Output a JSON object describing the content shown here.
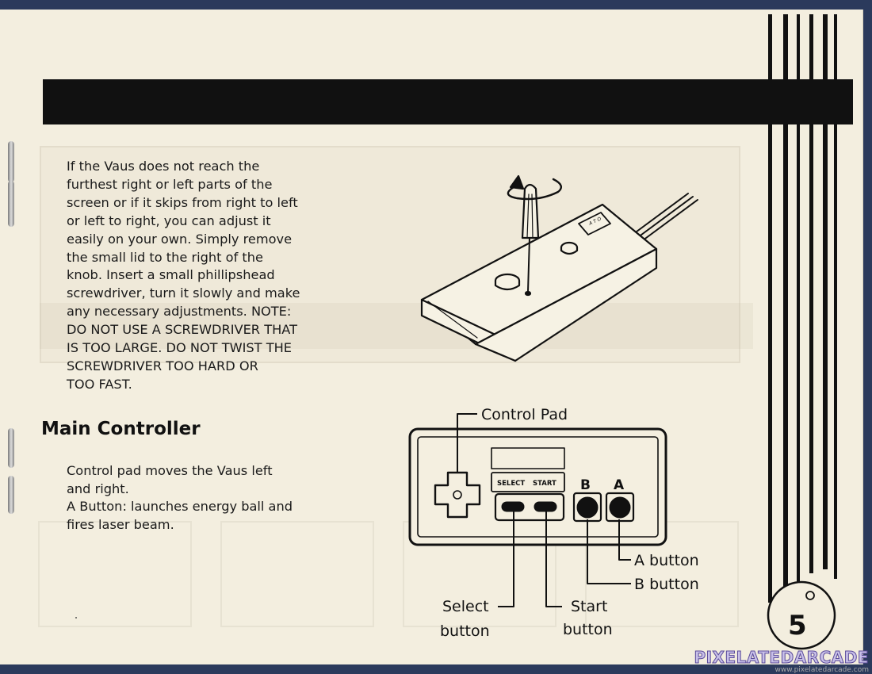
{
  "instructions_text": "If the Vaus does not reach the\nfurthest right or left parts of the\nscreen or if it skips from right to left\nor left to right, you can adjust it\neasily on your own. Simply remove\nthe small lid to the right of the\nknob. Insert a small phillipshead\nscrewdriver, turn it slowly and make\nany necessary adjustments. NOTE:\nDO NOT USE A SCREWDRIVER THAT\nIS TOO LARGE. DO NOT TWIST THE\nSCREWDRIVER TOO HARD OR\nTOO FAST.",
  "main_controller": {
    "title": "Main Controller",
    "description": "Control pad moves the Vaus left\nand right.\nA Button: launches energy ball and\nfires laser beam."
  },
  "diagram": {
    "vaus_badge": "A T O",
    "control_pad_label": "Control Pad",
    "select_key": "SELECT",
    "start_key": "START",
    "b_key": "B",
    "a_key": "A",
    "a_button_label": "A button",
    "b_button_label": "B button",
    "select_label_1": "Select",
    "select_label_2": "button",
    "start_label_1": "Start",
    "start_label_2": "button"
  },
  "page_number": "5",
  "watermark": {
    "title": "PIXELATEDARCADE",
    "url": "www.pixelatedarcade.com"
  },
  "colors": {
    "paper": "#f3eedf",
    "ink": "#111111",
    "backdrop": "#2b3a5c"
  }
}
